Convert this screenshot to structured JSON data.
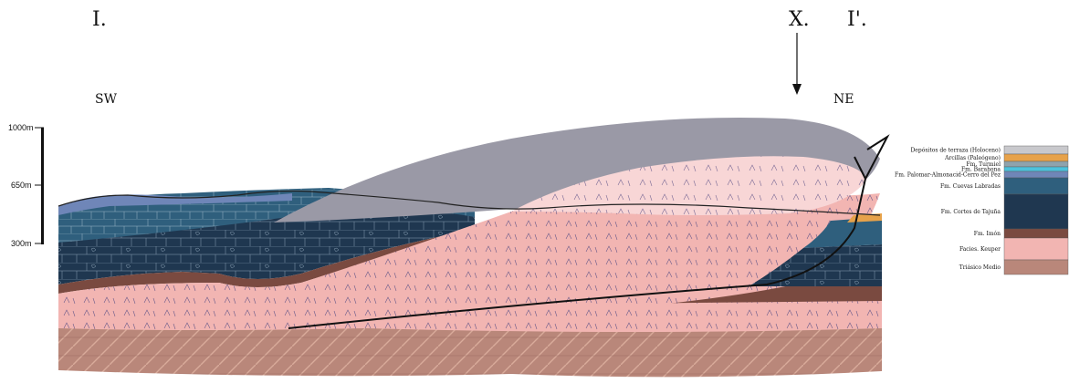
{
  "section": {
    "start_label": "I.",
    "end_label": "I'.",
    "marker_label": "X.",
    "left_direction": "SW",
    "right_direction": "NE"
  },
  "scale": {
    "ticks": [
      "1000m",
      "650m",
      "300m"
    ]
  },
  "legend": {
    "items": [
      {
        "label": "Depósitos de terraza (Holoceno)",
        "color": "#c8c8cc"
      },
      {
        "label": "Arcillas (Paleógeno)",
        "color": "#e7a24a"
      },
      {
        "label": "Fm. Turmiel",
        "color": "#8fa3ad"
      },
      {
        "label": "Fm. Barahona",
        "color": "#4dc1dc"
      },
      {
        "label": "Fm. Palomar-Almonacid-Cerro del Pez",
        "color": "#6f86b8"
      },
      {
        "label": "Fm. Cuevas Labradas",
        "color": "#2f5f7d"
      },
      {
        "label": "Fm. Cortes de Tajuña",
        "color": "#1f3750"
      },
      {
        "label": "Fm. Imón",
        "color": "#7a4a40"
      },
      {
        "label": "Facies. Keuper",
        "color": "#f2b5b2"
      },
      {
        "label": "Triásico Medio",
        "color": "#b9877a"
      }
    ]
  },
  "colors": {
    "terrace": "#9a99a6",
    "keuper": "#f2b5b2",
    "keuper_light": "#f8d6d6",
    "imon": "#7a4a40",
    "cortes": "#1f3750",
    "cuevas": "#2f5f7d",
    "palomar": "#6f86b8",
    "barahona": "#4dc1dc",
    "middle_triassic": "#b9877a",
    "paleogene": "#e7a24a"
  }
}
